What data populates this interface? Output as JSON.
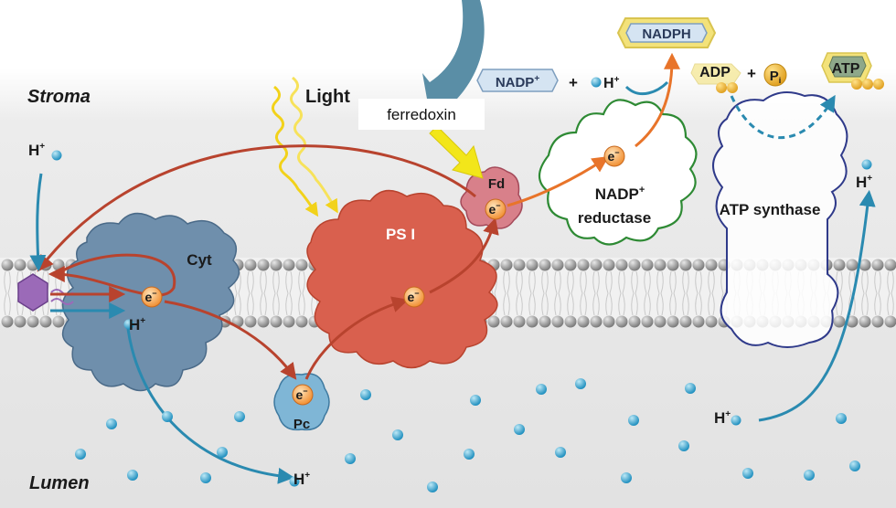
{
  "regions": {
    "stroma": "Stroma",
    "lumen": "Lumen"
  },
  "light": "Light",
  "ferredoxin": "ferredoxin",
  "proteins": {
    "cyt": "Cyt",
    "ps1": "PS I",
    "fd": "Fd",
    "pc": "Pc",
    "nadp_reductase_1": "NADP",
    "nadp_reductase_sup": "+",
    "nadp_reductase_2": "reductase",
    "atp_synthase": "ATP synthase"
  },
  "electron": {
    "base": "e",
    "sup": "−"
  },
  "proton": {
    "base": "H",
    "sup": "+"
  },
  "reaction": {
    "nadp": "NADP",
    "nadp_sup": "+",
    "plus": "+",
    "h": "H",
    "h_sup": "+",
    "nadph": "NADPH",
    "adp": "ADP",
    "plus2": "+",
    "pi_base": "P",
    "pi_sub": "i",
    "atp": "ATP"
  },
  "colors": {
    "membrane_head": "#8a8a8a",
    "membrane_fill": "#e6e6e6",
    "cyt": "#6f8fac",
    "ps1": "#d9604e",
    "fd": "#d8808a",
    "pc": "#7fb6d6",
    "nadp_reductase": "#2e8a34",
    "atp_synthase": "#2f3a8a",
    "electron_arrow": "#b8432e",
    "proton_arrow": "#2a8ab0",
    "nadph_box": "#f3e27a",
    "atp_box": "#f3e27a",
    "big_arrow": "#5a8ea6"
  }
}
